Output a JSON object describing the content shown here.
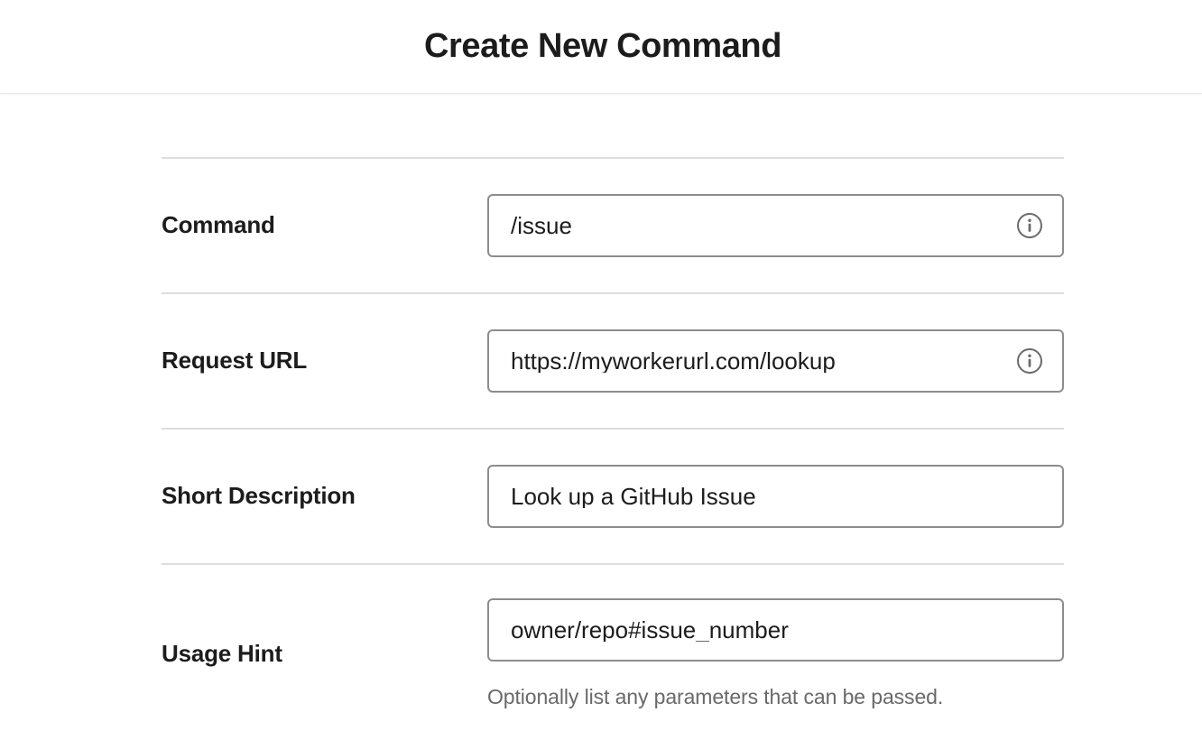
{
  "header": {
    "title": "Create New Command"
  },
  "form": {
    "rows": [
      {
        "label": "Command",
        "value": "/issue",
        "has_info_icon": true,
        "info_icon": "info-circle-icon",
        "helper": ""
      },
      {
        "label": "Request URL",
        "value": "https://myworkerurl.com/lookup",
        "has_info_icon": true,
        "info_icon": "info-circle-icon",
        "helper": ""
      },
      {
        "label": "Short Description",
        "value": "Look up a GitHub Issue",
        "has_info_icon": false,
        "info_icon": "",
        "helper": ""
      },
      {
        "label": "Usage Hint",
        "value": "owner/repo#issue_number",
        "has_info_icon": false,
        "info_icon": "",
        "helper": "Optionally list any parameters that can be passed."
      }
    ]
  },
  "colors": {
    "page_background": "#ffffff",
    "title_text": "#1d1c1d",
    "label_text": "#1d1c1d",
    "input_border": "#8d8d8d",
    "input_text": "#1d1c1d",
    "divider": "#dddddd",
    "helper_text": "#696969",
    "icon_stroke": "#6b6b6b"
  }
}
